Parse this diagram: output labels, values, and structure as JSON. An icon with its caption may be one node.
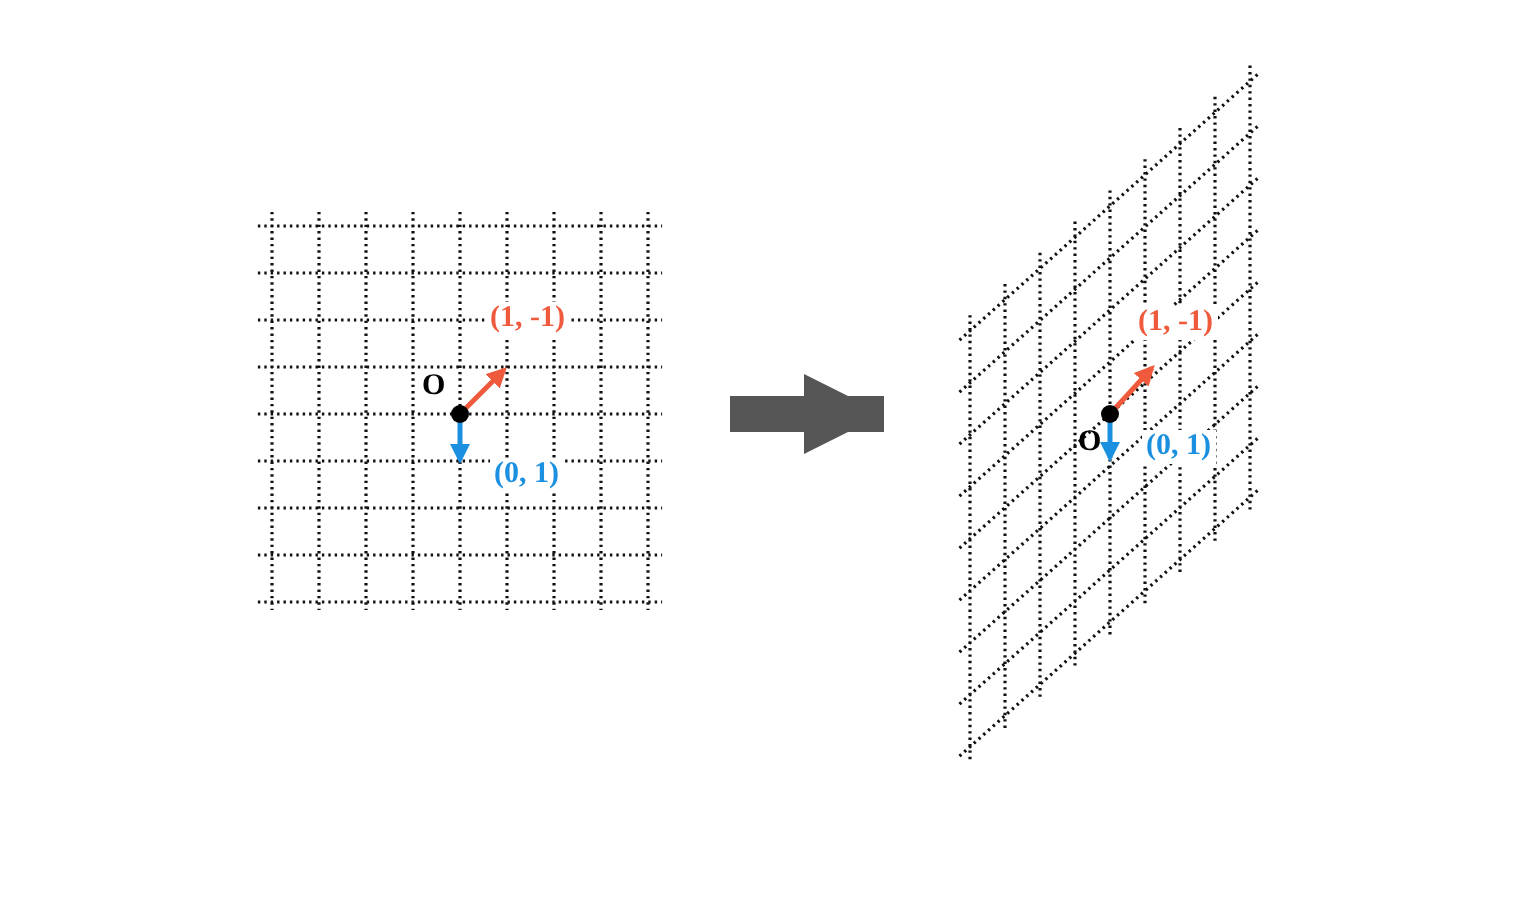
{
  "diagram": {
    "nodes": [
      {
        "text": [],
        "shape": "picture"
      },
      {
        "text": [],
        "shape": "picture"
      }
    ],
    "edges": [
      {
        "from": 0,
        "to": 1,
        "arrow": "to"
      }
    ],
    "labels": [
      "O",
      "(1, -1)",
      "(0, 1)",
      "O",
      "(1, -1)",
      "(0, 1)"
    ]
  }
}
